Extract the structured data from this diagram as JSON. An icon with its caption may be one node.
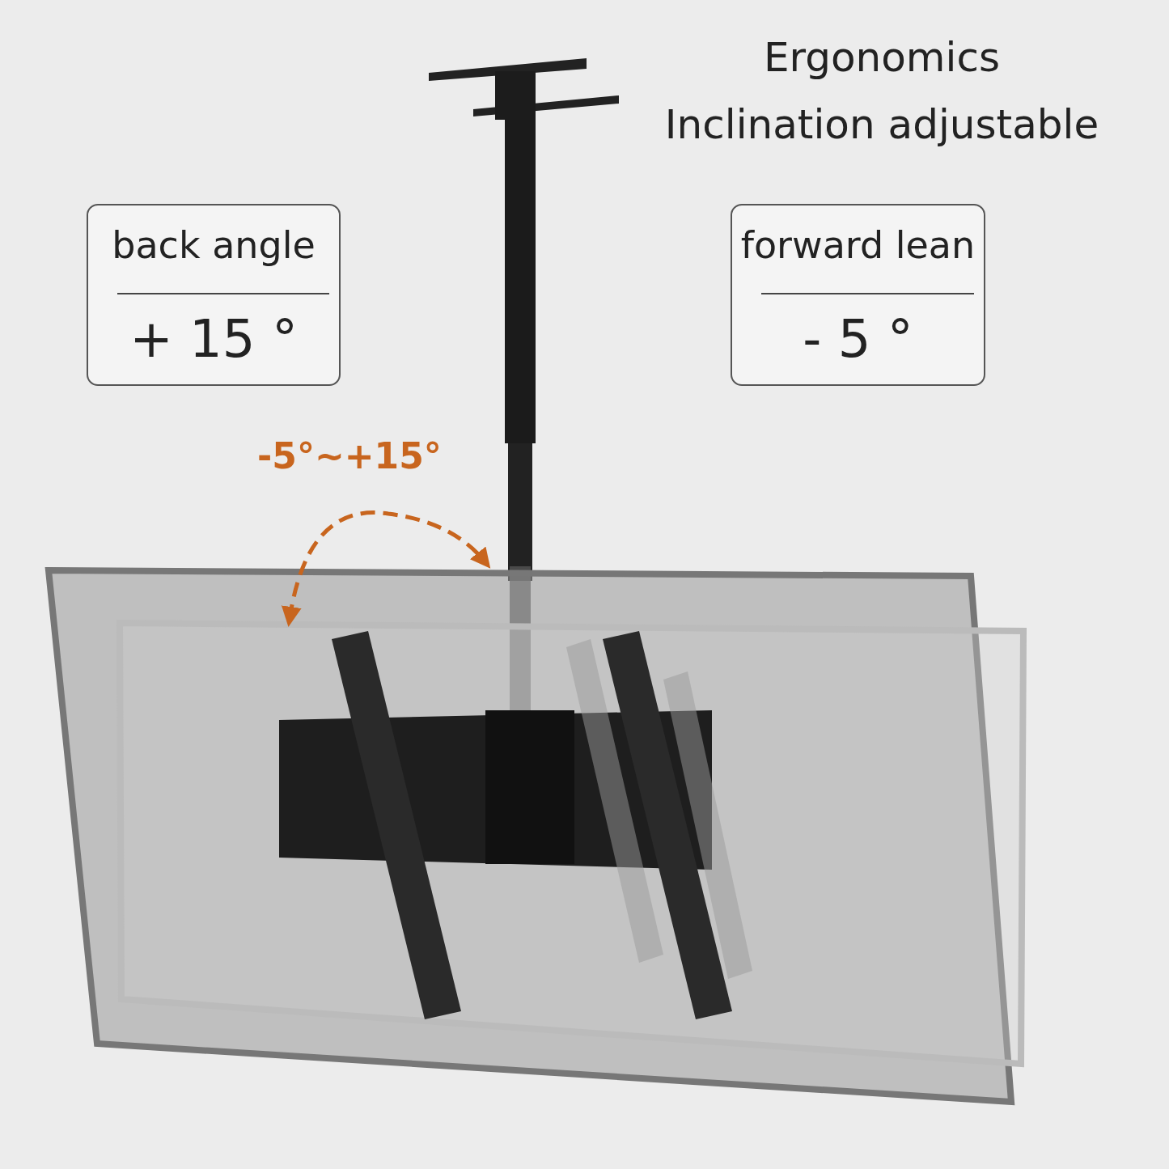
{
  "diagram": {
    "title": "Ergonomics",
    "nodes": [
      {
        "text": [
          "back angle",
          "+ 15 °"
        ]
      },
      {
        "text": [
          "forward lean",
          "- 5 °"
        ]
      }
    ],
    "labels": [
      "Inclination adjustable",
      "-5°~+15°"
    ]
  }
}
